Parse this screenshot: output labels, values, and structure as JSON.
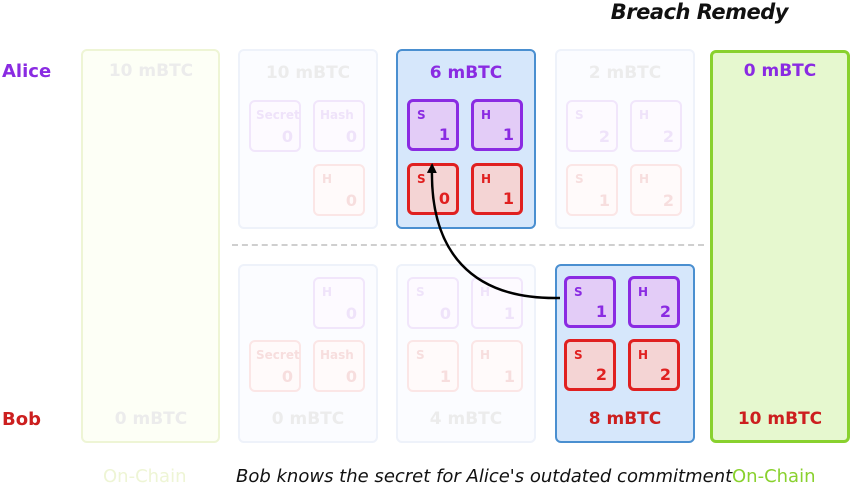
{
  "title": "Breach Remedy",
  "parties": {
    "alice": "Alice",
    "bob": "Bob"
  },
  "onchain_left": {
    "alice_amount": "10 mBTC",
    "bob_amount": "0 mBTC",
    "label": "On-Chain"
  },
  "onchain_right": {
    "alice_amount": "0 mBTC",
    "bob_amount": "10 mBTC",
    "label": "On-Chain"
  },
  "alice_commitments": [
    {
      "amount": "10 mBTC",
      "boxes": [
        {
          "letter": "Secret",
          "num": "0",
          "color": "purple"
        },
        {
          "letter": "Hash",
          "num": "0",
          "color": "purple"
        },
        null,
        {
          "letter": "H",
          "num": "0",
          "color": "red"
        }
      ]
    },
    {
      "amount": "6 mBTC",
      "boxes": [
        {
          "letter": "S",
          "num": "1",
          "color": "purple"
        },
        {
          "letter": "H",
          "num": "1",
          "color": "purple"
        },
        {
          "letter": "S",
          "num": "0",
          "color": "red"
        },
        {
          "letter": "H",
          "num": "1",
          "color": "red"
        }
      ]
    },
    {
      "amount": "2 mBTC",
      "boxes": [
        {
          "letter": "S",
          "num": "2",
          "color": "purple"
        },
        {
          "letter": "H",
          "num": "2",
          "color": "purple"
        },
        {
          "letter": "S",
          "num": "1",
          "color": "red"
        },
        {
          "letter": "H",
          "num": "2",
          "color": "red"
        }
      ]
    }
  ],
  "bob_commitments": [
    {
      "amount": "0 mBTC",
      "boxes": [
        null,
        {
          "letter": "H",
          "num": "0",
          "color": "purple"
        },
        {
          "letter": "Secret",
          "num": "0",
          "color": "red"
        },
        {
          "letter": "Hash",
          "num": "0",
          "color": "red"
        }
      ]
    },
    {
      "amount": "4 mBTC",
      "boxes": [
        {
          "letter": "S",
          "num": "0",
          "color": "purple"
        },
        {
          "letter": "H",
          "num": "1",
          "color": "purple"
        },
        {
          "letter": "S",
          "num": "1",
          "color": "red"
        },
        {
          "letter": "H",
          "num": "1",
          "color": "red"
        }
      ]
    },
    {
      "amount": "8 mBTC",
      "boxes": [
        {
          "letter": "S",
          "num": "1",
          "color": "purple"
        },
        {
          "letter": "H",
          "num": "2",
          "color": "purple"
        },
        {
          "letter": "S",
          "num": "2",
          "color": "red"
        },
        {
          "letter": "H",
          "num": "2",
          "color": "red"
        }
      ]
    }
  ],
  "caption": "Bob knows the secret for Alice's outdated commitment"
}
